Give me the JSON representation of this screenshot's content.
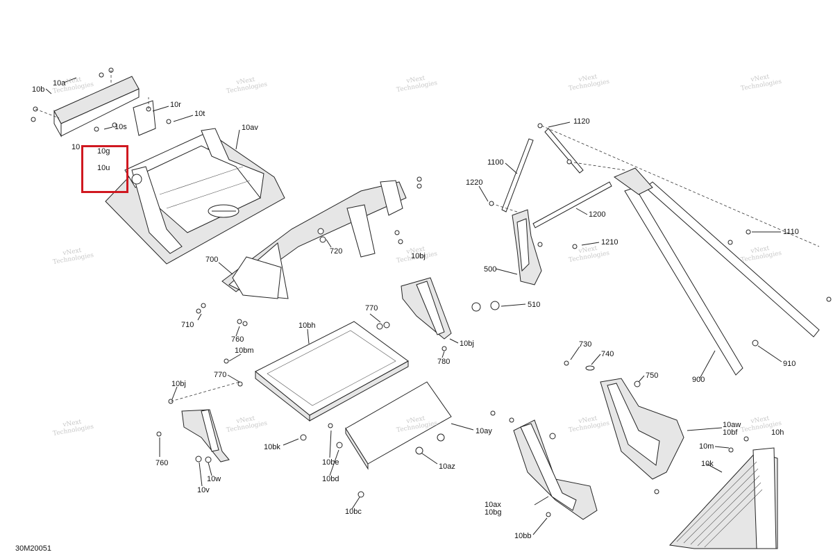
{
  "doc_id": "30M20051",
  "watermark": {
    "line1": "vNext",
    "line2": "Technologies"
  },
  "highlight": {
    "labels": [
      "10g",
      "10u"
    ]
  },
  "labels": [
    "10b",
    "10a",
    "10r",
    "10t",
    "10s",
    "10",
    "10g",
    "10u",
    "10av",
    "1120",
    "1100",
    "1220",
    "1200",
    "1110",
    "1210",
    "500",
    "510",
    "720",
    "700",
    "10bj",
    "710",
    "770",
    "760",
    "10bh",
    "10bj",
    "780",
    "10bm",
    "770",
    "10bj",
    "760",
    "10bk",
    "10be",
    "10bd",
    "10bc",
    "10w",
    "10v",
    "10ay",
    "10az",
    "730",
    "740",
    "750",
    "900",
    "910",
    "10aw",
    "10bf",
    "10h",
    "10m",
    "10k",
    "10ax",
    "10bg",
    "10bb"
  ]
}
